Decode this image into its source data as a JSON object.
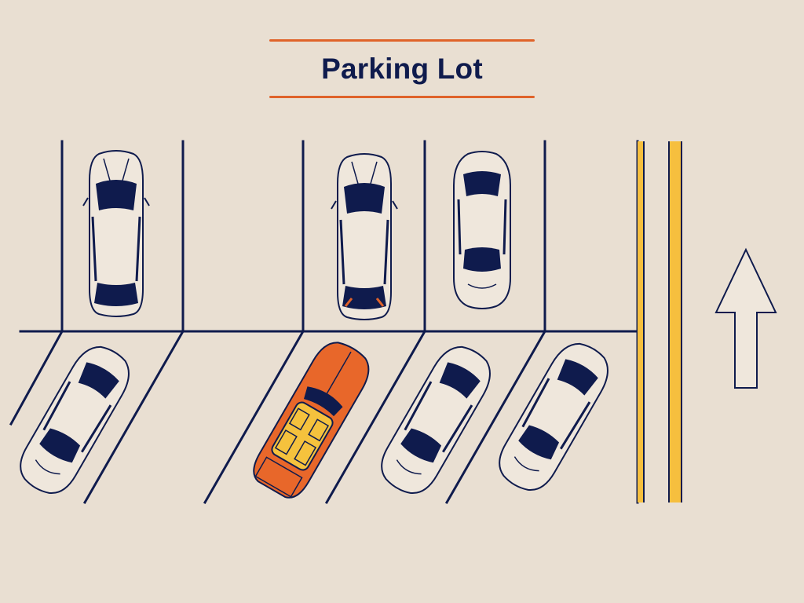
{
  "title": "Parking Lot",
  "colors": {
    "background": "#e9dfd2",
    "ink": "#0f1b4d",
    "accent_orange": "#e0632a",
    "lane_yellow": "#f6bf3e",
    "car_body": "#efe7dc",
    "convertible_body": "#e8672a",
    "convertible_seats": "#f5c23d"
  },
  "scene": {
    "cars": [
      {
        "name": "car-top-left",
        "kind": "suv",
        "color": "white"
      },
      {
        "name": "car-top-middle",
        "kind": "suv",
        "color": "white"
      },
      {
        "name": "car-top-right",
        "kind": "sedan",
        "color": "white"
      },
      {
        "name": "car-bottom-left",
        "kind": "sedan",
        "color": "white"
      },
      {
        "name": "car-bottom-convertible",
        "kind": "convertible",
        "color": "orange"
      },
      {
        "name": "car-bottom-center",
        "kind": "sedan",
        "color": "white"
      },
      {
        "name": "car-bottom-right",
        "kind": "sedan",
        "color": "white"
      }
    ],
    "empty_spaces": [
      "top-row-space-2",
      "top-row-space-5",
      "bottom-row-space-2"
    ],
    "lane_direction": "up",
    "lane_divider": "double-yellow"
  }
}
